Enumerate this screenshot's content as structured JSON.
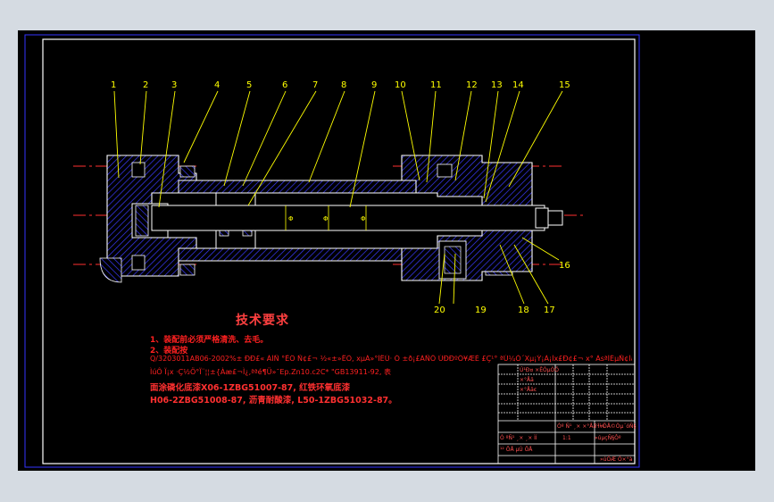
{
  "colors": {
    "canvas_bg": "#000000",
    "window_bg": "#d5dbe2",
    "frame": "#2222ff",
    "outline": "#ffffff",
    "hatch": "#3a3aff",
    "centerline": "#ff3030",
    "leader": "#ffff00",
    "note_title": "#ff4040",
    "note_text": "#ff2020",
    "note_bold": "#ff3030",
    "table_text": "#ff5050"
  },
  "part_labels": [
    "1",
    "2",
    "3",
    "4",
    "5",
    "6",
    "7",
    "8",
    "9",
    "10",
    "11",
    "12",
    "13",
    "14",
    "15",
    "16",
    "17",
    "18",
    "19",
    "20"
  ],
  "dimension_marks": [
    "Φ",
    "Φ",
    "Φ"
  ],
  "tech_notes": {
    "title": "技术要求",
    "line1": "1、装配前必须严格清洗、去毛。",
    "line2": "2、装配按",
    "line3": "Q/3203011AB06-2002%± ÐÐ£« ÀÍÑ °ËÖ Ñ¢£¬ ½«±»ËÖ, xµÁ»°ÍËÙ· Ó ±ð¡£ÁÑÔ ÚÐÐºÓ¥ÆÉ £Ç¹° ªÙ¼Ó´Xµ¡Ý¡À¡Ìx£Ð¢£¬ x° ÀsªÌÉµÑ¢Ìa ±´",
    "line4": "ÌúÔ Ï¡x ·Ç½Ö°Ï¨¦¦±{Àæ£¬Ì¿,ªªé¶Ü»¯Ep.Zn10.c2C* \"GB13911-92, 表",
    "line5": "面涂磷化底漆X06-1ZBG51007-87, 红铁环氧底漆",
    "line6": "H06-2ZBG51008-87, 沥青耐酸漆, L50-1ZBG51032-87。"
  },
  "title_block": {
    "row1": "Ú¹Ð¤ ×ÊÒµÓÖ",
    "row2": "×°Åä",
    "row3": "×°Åäͼ",
    "name": "Òº Ñ¹ ¸× ×°Åä Í¼",
    "drawing_no": "Ò ºÑ¹ ¸× ¸× ÌÍ",
    "scale": "1:1",
    "sheet": "¹² ÕÅ µÚ ÕÅ",
    "school": "°²»ÕÅ©Òµ´óÑ§",
    "dept": "»úµçÑ§Ôº",
    "class": "»úÖÆ Ó×°à"
  }
}
